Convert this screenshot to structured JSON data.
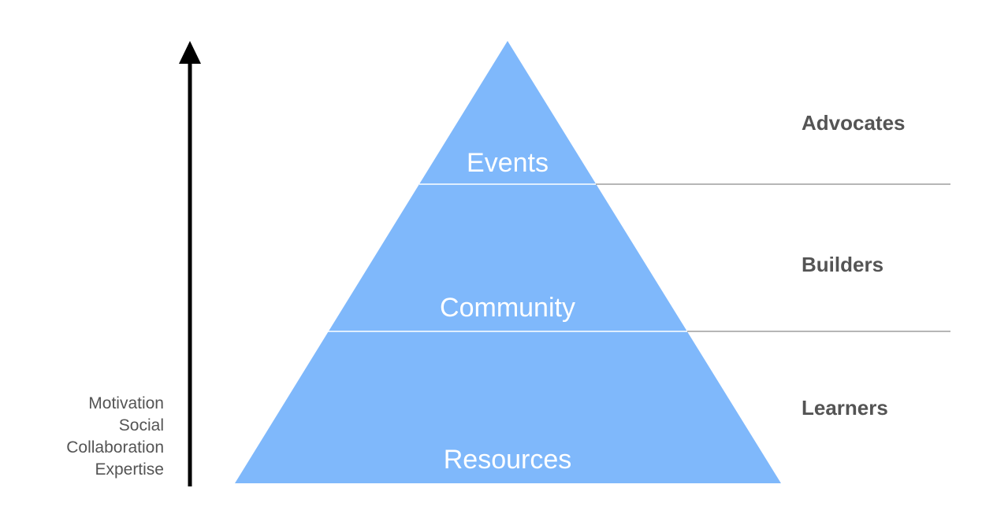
{
  "colors": {
    "pyramid_fill": "#7fb8fb",
    "tier_divider": "#ffffff",
    "role_divider": "#9e9e9e",
    "arrow": "#000000",
    "role_text": "#545454",
    "factor_text": "#545454",
    "tier_text": "#ffffff"
  },
  "pyramid": {
    "tiers": [
      {
        "label": "Events"
      },
      {
        "label": "Community"
      },
      {
        "label": "Resources"
      }
    ]
  },
  "roles": [
    {
      "label": "Advocates"
    },
    {
      "label": "Builders"
    },
    {
      "label": "Learners"
    }
  ],
  "axis": {
    "direction": "up",
    "icon": "arrow-up-icon",
    "factors": [
      "Motivation",
      "Social",
      "Collaboration",
      "Expertise"
    ]
  }
}
